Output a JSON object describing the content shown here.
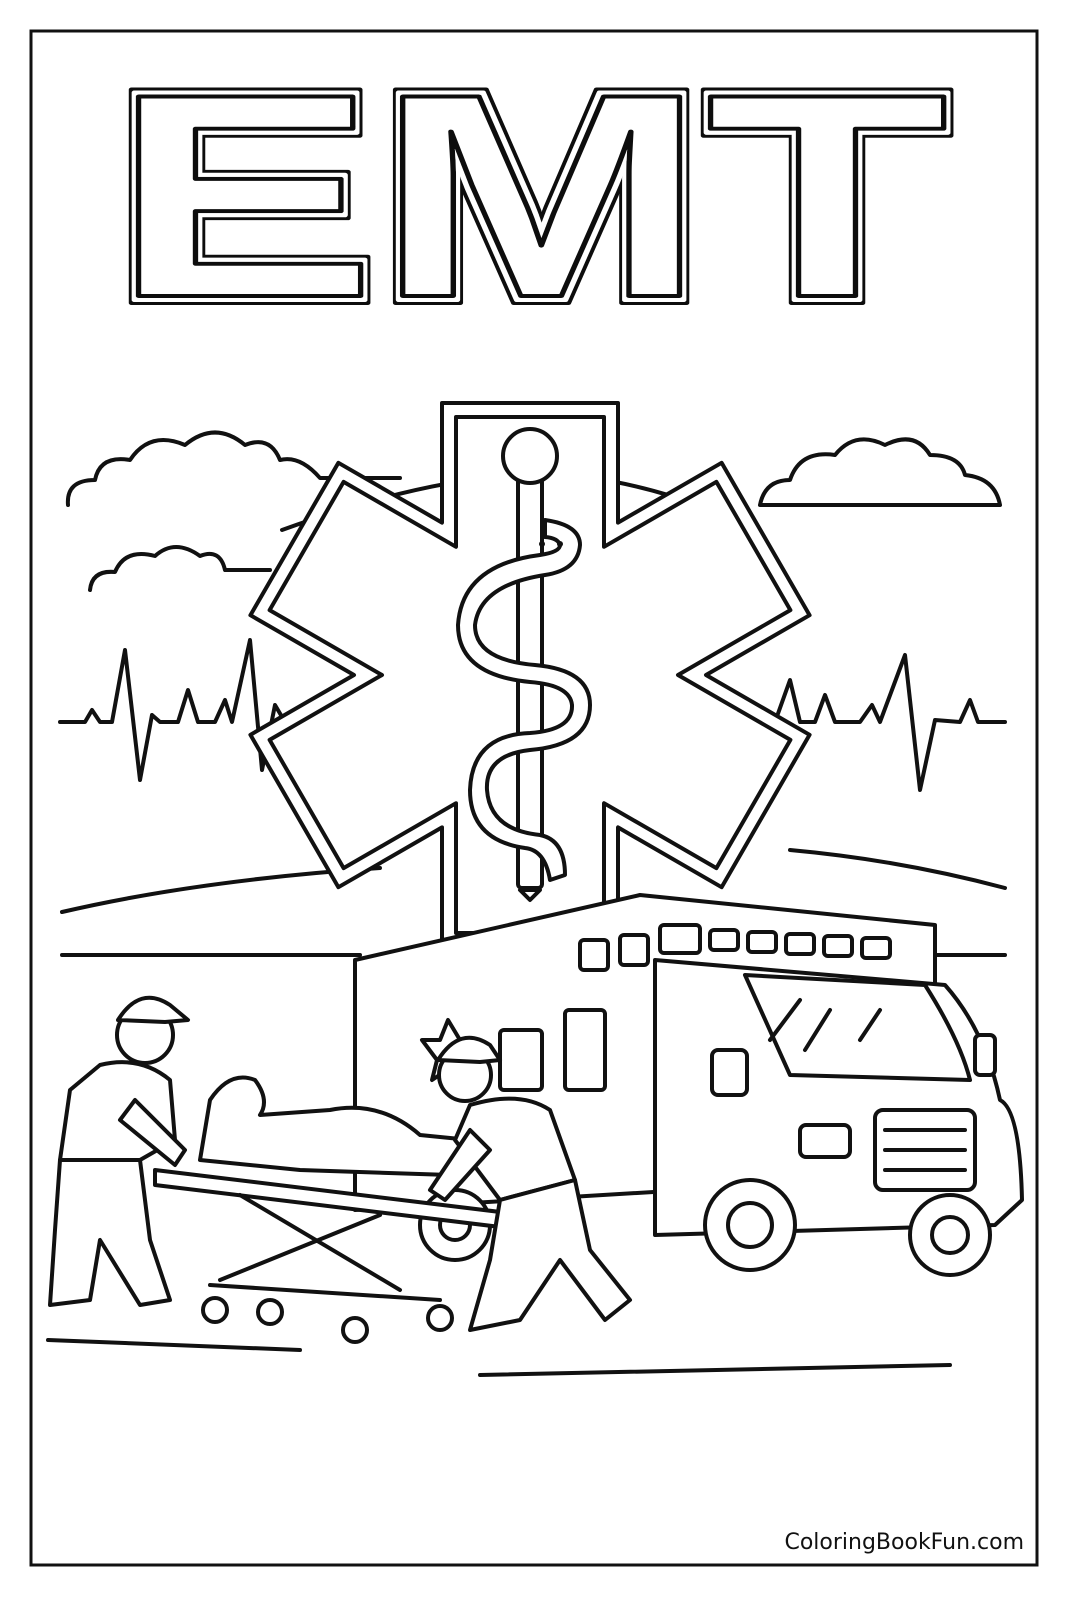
{
  "page": {
    "title_lettering": "EMT",
    "watermark": "ColoringBookFun.com",
    "style": "black line-art coloring page",
    "colors": {
      "line": "#111111",
      "background": "#ffffff"
    }
  }
}
